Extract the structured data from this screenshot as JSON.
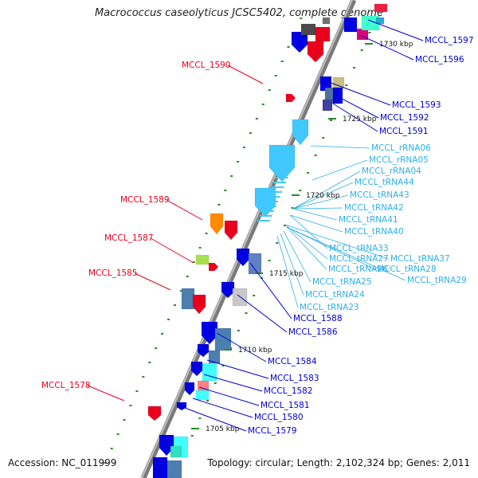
{
  "title": "Macrococcus caseolyticus JCSC5402, complete genome",
  "accession": "Accession: NC_011999",
  "topology": "Topology: circular; Length: 2,102,324 bp; Genes: 2,011",
  "colors": {
    "left_label": "#e8001c",
    "right_label": "#0000cc",
    "rna_label": "#2fb0e6",
    "backbone": "#808080"
  },
  "ticks": [
    {
      "label": "1730 kbp"
    },
    {
      "label": "1725 kbp"
    },
    {
      "label": "1720 kbp"
    },
    {
      "label": "1715 kbp"
    },
    {
      "label": "1710 kbp"
    },
    {
      "label": "1705 kbp"
    }
  ],
  "left_labels": [
    {
      "text": "MCCL_1590"
    },
    {
      "text": "MCCL_1589"
    },
    {
      "text": "MCCL_1587"
    },
    {
      "text": "MCCL_1585"
    },
    {
      "text": "MCCL_1578"
    }
  ],
  "right_labels": [
    {
      "text": "MCCL_1597"
    },
    {
      "text": "MCCL_1596"
    },
    {
      "text": "MCCL_1593"
    },
    {
      "text": "MCCL_1592"
    },
    {
      "text": "MCCL_1591"
    },
    {
      "text": "MCCL_1588"
    },
    {
      "text": "MCCL_1586"
    },
    {
      "text": "MCCL_1584"
    },
    {
      "text": "MCCL_1583"
    },
    {
      "text": "MCCL_1582"
    },
    {
      "text": "MCCL_1581"
    },
    {
      "text": "MCCL_1580"
    },
    {
      "text": "MCCL_1579"
    }
  ],
  "rna_labels": [
    {
      "text": "MCCL_rRNA06"
    },
    {
      "text": "MCCL_rRNA05"
    },
    {
      "text": "MCCL_rRNA04"
    },
    {
      "text": "MCCL_tRNA44"
    },
    {
      "text": "MCCL_tRNA43"
    },
    {
      "text": "MCCL_tRNA42"
    },
    {
      "text": "MCCL_tRNA41"
    },
    {
      "text": "MCCL_tRNA40"
    },
    {
      "text": "MCCL_tRNA33"
    },
    {
      "text": "MCCL_tRNA27"
    },
    {
      "text": "MCCL_tRNA37"
    },
    {
      "text": "MCCL_tRNA26"
    },
    {
      "text": "MCCL_tRNA28"
    },
    {
      "text": "MCCL_tRNA29"
    },
    {
      "text": "MCCL_tRNA25"
    },
    {
      "text": "MCCL_tRNA24"
    },
    {
      "text": "MCCL_tRNA23"
    }
  ]
}
